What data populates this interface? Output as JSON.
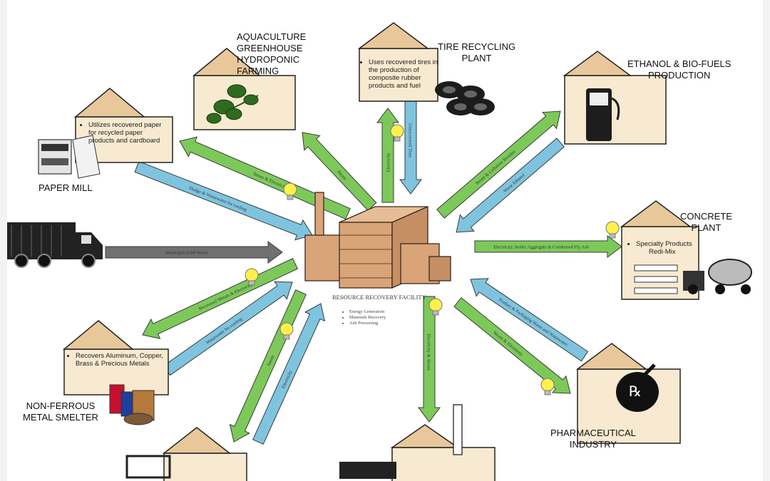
{
  "center": {
    "title": "RESOURCE RECOVERY FACILITY",
    "items": [
      "Energy Generation",
      "Materials Recovery",
      "Ash Processing"
    ]
  },
  "facilities": {
    "aquaculture": {
      "label": "AQUACULTURE\nGREENHOUSE\nHYDROPONIC\nFARMING"
    },
    "tire": {
      "label": "TIRE RECYCLING\nPLANT",
      "note": "Uses recovered tires in the production of composite rubber products and fuel"
    },
    "ethanol": {
      "label": "ETHANOL & BIO-FUELS\nPRODUCTION"
    },
    "paper": {
      "label": "PAPER MILL",
      "note": "Utilizes recovered paper for recycled paper products and cardboard"
    },
    "concrete": {
      "label": "CONCRETE\nPLANT",
      "notes": [
        "Specialty Products",
        "Redi-Mix"
      ]
    },
    "metal": {
      "label": "NON-FERROUS\nMETAL SMELTER",
      "note": "Recovers Aluminum, Copper, Brass & Precious Metals"
    },
    "pharma": {
      "label": "PHARMACEUTICAL\nINDUSTRY"
    }
  },
  "truck_arrow_label": "Municipal Solid Waste",
  "flows": [
    "Steam & Electricity",
    "Sludge & Wastewater for cooling",
    "Steam",
    "Electricity",
    "Unrecovered Tires",
    "Steam & Cellulose Residue",
    "Waste Ethanol",
    "Electricity, Boiler Aggregate & Condensed Fly Ash",
    "Recovered Metals & Electricity",
    "Wastewater for cooling",
    "Steam",
    "Electricity",
    "Electricity & Steam",
    "Product & Packaging Waste and Wastewater",
    "Steam & Electricity"
  ],
  "colors": {
    "house_fill": "#f7ead0",
    "roof_fill": "#e8c89a",
    "green_arrow": "#7cc95a",
    "blue_arrow": "#7fc4df",
    "gray_arrow": "#707070",
    "building": "#d9a477",
    "bulb": "#fff04a"
  }
}
